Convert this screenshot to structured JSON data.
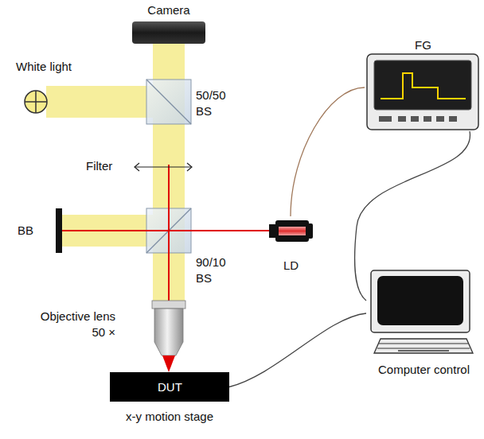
{
  "diagram": {
    "nodes": [
      {
        "text": [
          "FG"
        ]
      },
      {
        "text": [
          "LD"
        ]
      },
      {
        "text": [
          "Computer control"
        ]
      },
      {
        "text": [
          "DUT"
        ]
      }
    ],
    "edges": [
      {
        "from": 0,
        "to": 1,
        "arrow": "none"
      },
      {
        "from": 0,
        "to": 2,
        "arrow": "none"
      },
      {
        "from": 2,
        "to": 3,
        "arrow": "none"
      }
    ],
    "labels": [
      "Camera",
      "White light",
      "50/50 BS",
      "Filter",
      "BB",
      "90/10 BS",
      "Objective lens 50 ×",
      "x-y motion stage"
    ]
  }
}
